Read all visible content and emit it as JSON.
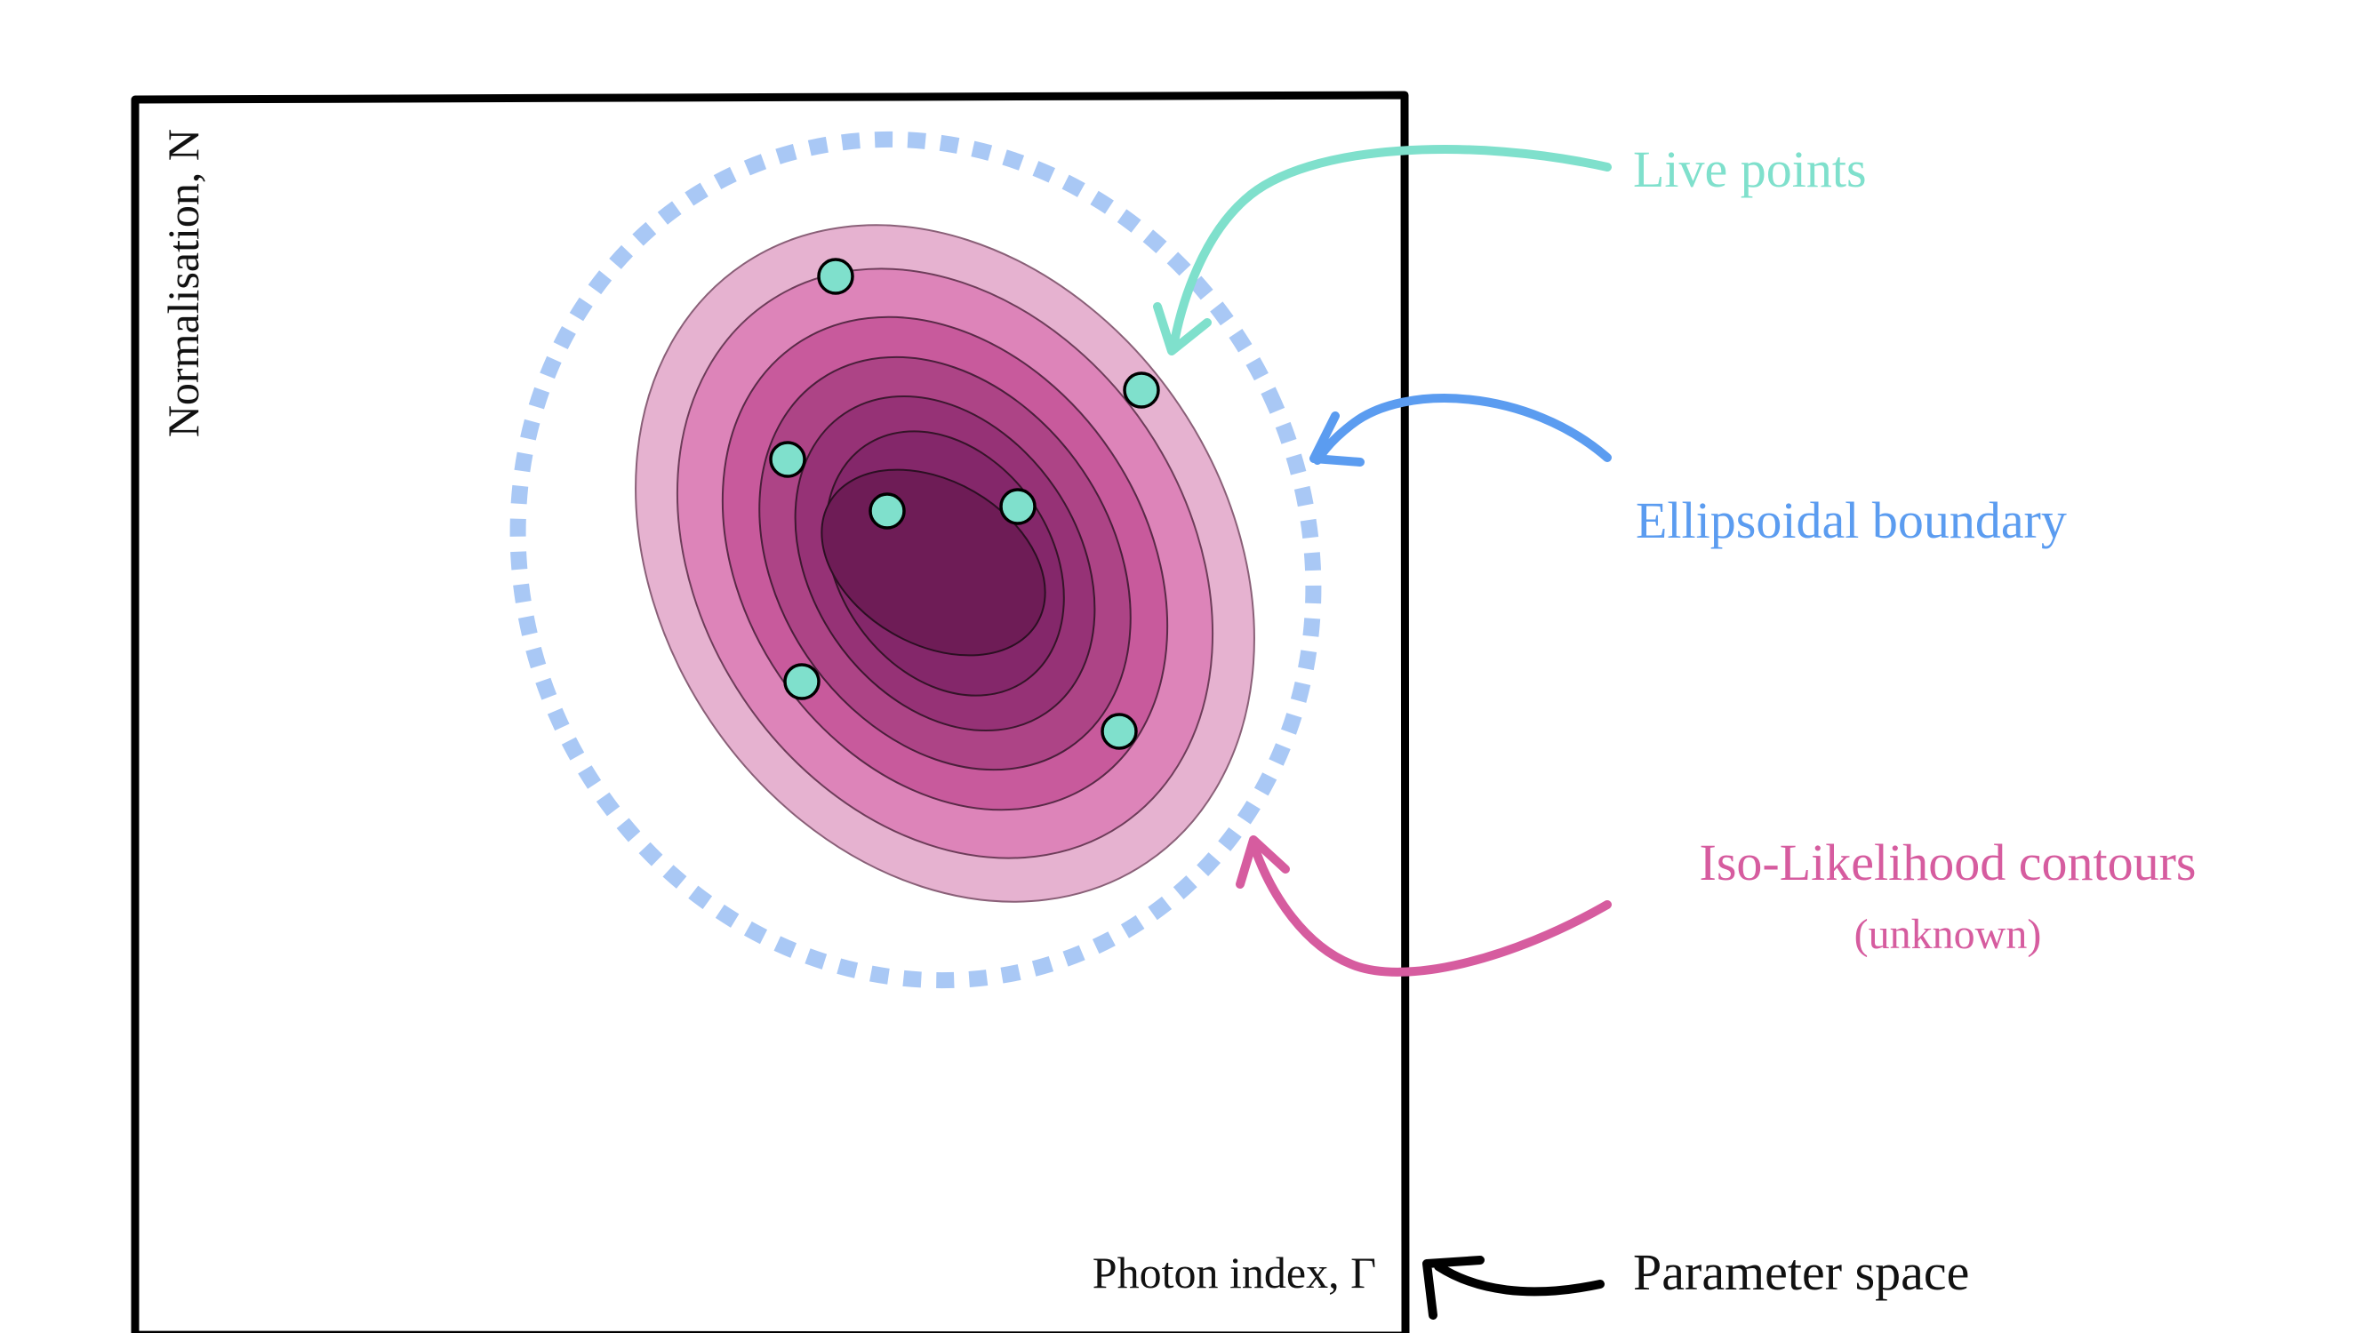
{
  "diagram": {
    "axes": {
      "x_label": "Photon index, Γ",
      "y_label": "Normalisation, N"
    },
    "annotations": {
      "live_points": "Live points",
      "ellipsoidal_boundary": "Ellipsoidal boundary",
      "iso_likelihood": "Iso-Likelihood contours",
      "iso_likelihood_note": "(unknown)",
      "parameter_space": "Parameter space"
    },
    "colors": {
      "live_points": "#7fe0cc",
      "ellipsoidal_boundary": "#5b9cf0",
      "boundary_dashes": "#a9c8f5",
      "iso_likelihood": "#d65c9f",
      "contour_fills": [
        "#e6b2d0",
        "#dd84b9",
        "#c85a9c",
        "#ad4486",
        "#963276",
        "#84276a",
        "#6e1c56"
      ],
      "frame": "#000000"
    },
    "live_point_count": 7,
    "contour_levels": 7
  }
}
